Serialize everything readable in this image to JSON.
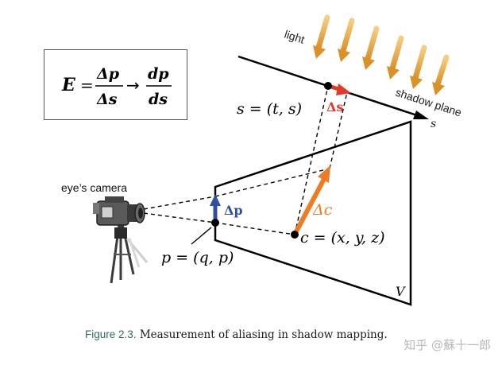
{
  "labels": {
    "light": "light",
    "shadow_plane": "shadow plane",
    "s_axis": "s",
    "s_point": "s = (t, s)",
    "delta_s": "Δs",
    "delta_c": "Δc",
    "c_point": "c = (x, y, z)",
    "delta_p": "Δp",
    "p_point": "p = (q, p)",
    "eye_camera": "eye’s camera",
    "volume": "V"
  },
  "formula": {
    "lhs": "E",
    "eq": "=",
    "num1": "Δp",
    "den1": "Δs",
    "arrow": "→",
    "num2": "dp",
    "den2": "ds"
  },
  "caption": {
    "figure": "Figure 2.3.",
    "text": "Measurement of aliasing in shadow mapping."
  },
  "watermark": "知乎 @蘇十一郎",
  "colors": {
    "delta_s_arrow": "#e03a2a",
    "delta_c_arrow": "#ee7b25",
    "delta_p_arrow": "#2f4fa0",
    "light_rays": "#e8a53a",
    "delta_p_text": "#2f4fa0",
    "delta_c_text": "#ee7b25",
    "delta_s_text": "#e03a2a"
  }
}
